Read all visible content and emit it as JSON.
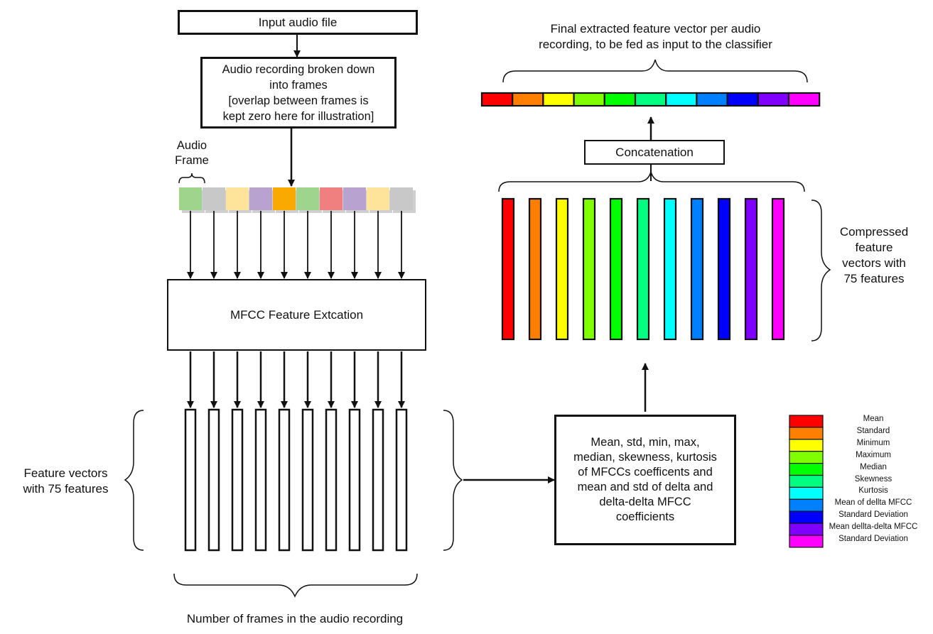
{
  "input_box": "Input audio file",
  "frames_box": "Audio recording broken down\ninto frames\n[overlap between frames is\nkept zero here for illustration]",
  "audio_frame_label": "Audio\nFrame",
  "mfcc_box": "MFCC Feature Extcation",
  "feature_vectors_label": "Feature vectors\nwith 75 features",
  "num_frames_label": "Number of frames in the audio recording",
  "stats_box": "Mean, std, min, max,\nmedian, skewness, kurtosis\nof MFCCs coefficents and\nmean and std of delta and\ndelta-delta MFCC\ncoefficients",
  "compressed_label": "Compressed\nfeature\nvectors with\n75 features",
  "concat_box": "Concatenation",
  "final_label": "Final extracted feature vector per audio\nrecording, to be fed as input to the classifier",
  "frame_colors": [
    "#9ed48c",
    "#c8c8c8",
    "#fde49a",
    "#b8a2cf",
    "#f9a900",
    "#9ed48c",
    "#f08080",
    "#b8a2cf",
    "#fde49a",
    "#c8c8c8"
  ],
  "stat_colors": [
    "#ff0000",
    "#ff8000",
    "#ffff00",
    "#80ff00",
    "#00ff00",
    "#00ff80",
    "#00ffff",
    "#0080ff",
    "#0000ff",
    "#8000ff",
    "#ff00ff"
  ],
  "legend": [
    {
      "label": "Mean",
      "color": "#ff0000"
    },
    {
      "label": "Standard",
      "color": "#ff8000"
    },
    {
      "label": "Minimum",
      "color": "#ffff00"
    },
    {
      "label": "Maximum",
      "color": "#80ff00"
    },
    {
      "label": "Median",
      "color": "#00ff00"
    },
    {
      "label": "Skewness",
      "color": "#00ff80"
    },
    {
      "label": "Kurtosis",
      "color": "#00ffff"
    },
    {
      "label": "Mean of dellta MFCC",
      "color": "#0080ff"
    },
    {
      "label": "Standard Deviation",
      "color": "#0000ff"
    },
    {
      "label": "Mean dellta-delta MFCC",
      "color": "#8000ff"
    },
    {
      "label": "Standard Deviation",
      "color": "#ff00ff"
    }
  ]
}
